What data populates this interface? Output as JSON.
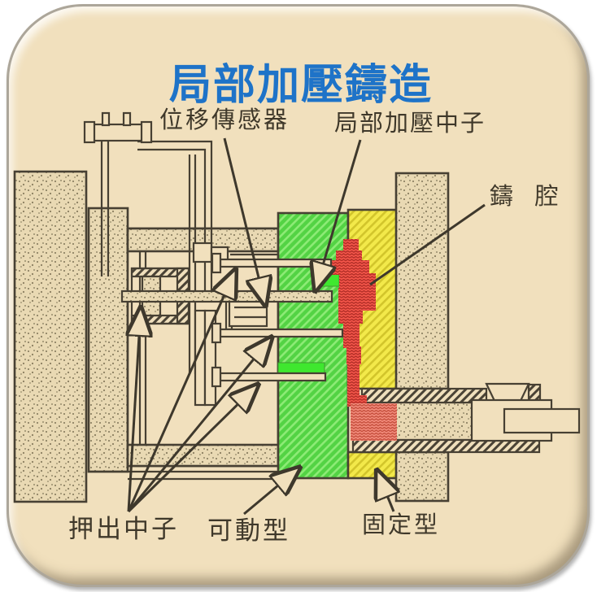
{
  "title": {
    "text": "局部加壓鑄造",
    "color": "#1E73C8",
    "css": "color:#1E73C8"
  },
  "labels": {
    "displacement_sensor": "位移傳感器",
    "local_pressure_core": "局部加壓中子",
    "casting_cavity": "鑄  腔",
    "ejector_core": "押出中子",
    "movable_die": "可動型",
    "fixed_die": "固定型"
  },
  "colors": {
    "card_background": "#F1E0BD",
    "stipple_bg": "#E9D9B3",
    "line": "#474033",
    "movable_die_green": "#53D344",
    "movable_die_hatch": "#8DEB76",
    "insert_green": "#3FE72F",
    "fixed_die_yellow": "#F3E94A",
    "fixed_die_hatch": "#D2C52B",
    "casting_red": "#F5574B",
    "casting_hatch": "#B32E27",
    "biscuit_salmon": "#F28C7C",
    "biscuit_hatch": "#C6503E"
  }
}
